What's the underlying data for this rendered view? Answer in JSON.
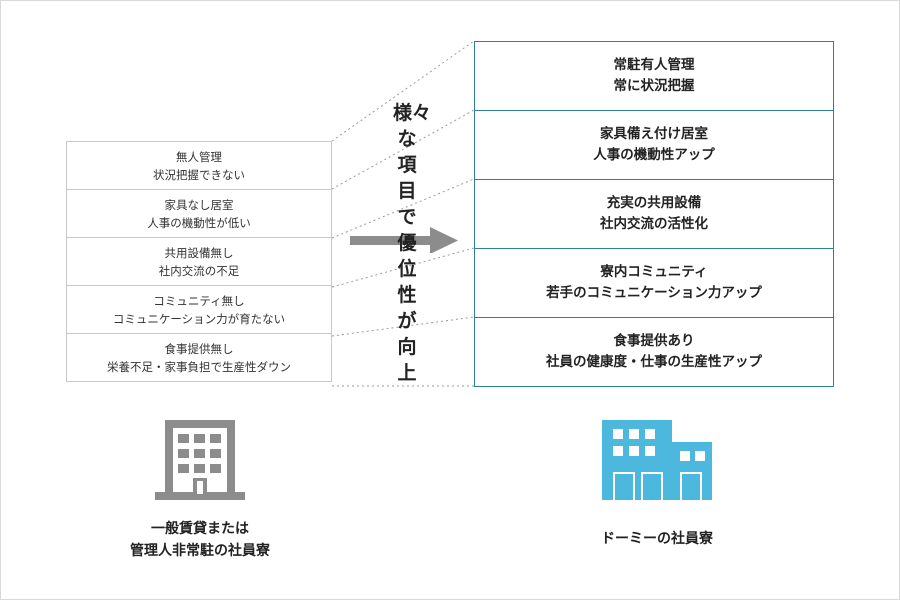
{
  "left": {
    "rows": [
      {
        "line1": "無人管理",
        "line2": "状況把握できない"
      },
      {
        "line1": "家具なし居室",
        "line2": "人事の機動性が低い"
      },
      {
        "line1": "共用設備無し",
        "line2": "社内交流の不足"
      },
      {
        "line1": "コミュニティ無し",
        "line2": "コミュニケーション力が育たない"
      },
      {
        "line1": "食事提供無し",
        "line2": "栄養不足・家事負担で生産性ダウン"
      }
    ],
    "caption_line1": "一般賃貸または",
    "caption_line2": "管理人非常駐の社員寮",
    "icon": "office-building-icon",
    "icon_color": "#8c8c8c"
  },
  "right": {
    "rows": [
      {
        "line1": "常駐有人管理",
        "line2": "常に状況把握"
      },
      {
        "line1": "家具備え付け居室",
        "line2": "人事の機動性アップ"
      },
      {
        "line1": "充実の共用設備",
        "line2": "社内交流の活性化"
      },
      {
        "line1": "寮内コミュニティ",
        "line2": "若手のコミュニケーション力アップ"
      },
      {
        "line1": "食事提供あり",
        "line2": "社員の健康度・仕事の生産性アップ"
      }
    ],
    "caption": "ドーミーの社員寮",
    "icon": "dormitory-building-icon",
    "icon_color": "#4db8dd",
    "border_color": "#2f7f98"
  },
  "center": {
    "vertical_text": "様々な項目で優位性が向上",
    "arrow_icon": "right-arrow-icon",
    "arrow_color": "#8c8c8c"
  }
}
